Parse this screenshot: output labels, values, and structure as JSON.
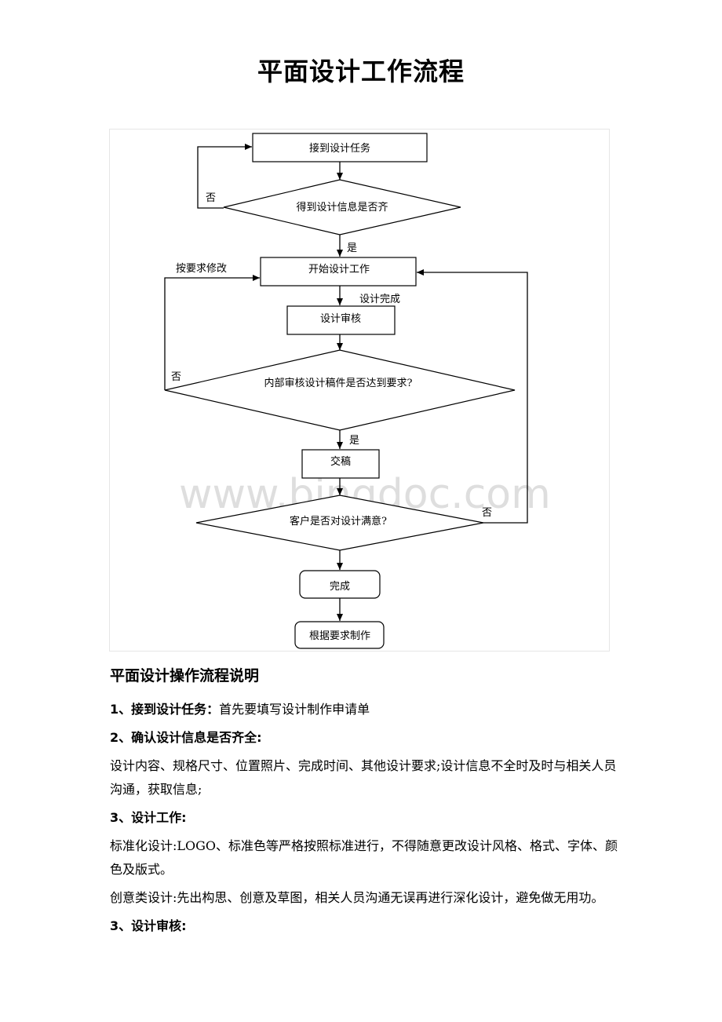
{
  "title": "平面设计工作流程",
  "watermark": "www.bingdoc.com",
  "flowchart": {
    "receive_task": "接到设计任务",
    "info_complete": "得到设计信息是否齐",
    "start_work": "开始设计工作",
    "review": "设计审核",
    "internal_review": "内部审核设计稿件是否达到要求?",
    "submit": "交稿",
    "client_satisfied": "客户是否对设计满意?",
    "done": "完成",
    "produce": "根据要求制作",
    "label_no_1": "否",
    "label_yes_1": "是",
    "label_modify": "按要求修改",
    "label_design_done": "设计完成",
    "label_no_2": "否",
    "label_yes_2": "是",
    "label_no_3": "否"
  },
  "content": {
    "section_title": "平面设计操作流程说明",
    "item1_lead": "1、接到设计任务：",
    "item1_text": "首先要填写设计制作申请单",
    "item2_heading": "2、确认设计信息是否齐全:",
    "item2_text": "设计内容、规格尺寸、位置照片、完成时间、其他设计要求;设计信息不全时及时与相关人员沟通，获取信息;",
    "item3_heading": "3、设计工作:",
    "item3_text_a": "标准化设计:LOGO、标准色等严格按照标准进行，不得随意更改设计风格、格式、字体、颜色及版式。",
    "item3_text_b": "创意类设计:先出构思、创意及草图，相关人员沟通无误再进行深化设计，避免做无用功。",
    "item4_heading": "3、设计审核:"
  }
}
